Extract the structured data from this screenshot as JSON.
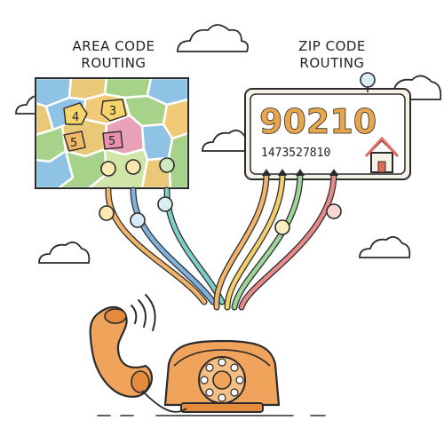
{
  "labels": {
    "area_title_line1": "AREA CODE",
    "area_title_line2": "ROUTING",
    "zip_title_line1": "ZIP CODE",
    "zip_title_line2": "ROUTING"
  },
  "zip_card": {
    "zip_code": "90210",
    "number": "1473527810"
  },
  "map_regions": [
    "4",
    "3",
    "5",
    "5"
  ],
  "colors": {
    "outline": "#2b2b2b",
    "phone_orange": "#f0a35a",
    "zip_orange": "#e7a54c",
    "cable_blue": "#7fb3dd",
    "cable_orange": "#f2b36a",
    "cable_yellow": "#f3cf6b",
    "cable_green": "#9ed49a",
    "cable_teal": "#7ccfc9",
    "cable_pink": "#e98a8a",
    "house_red": "#e36b5a"
  }
}
